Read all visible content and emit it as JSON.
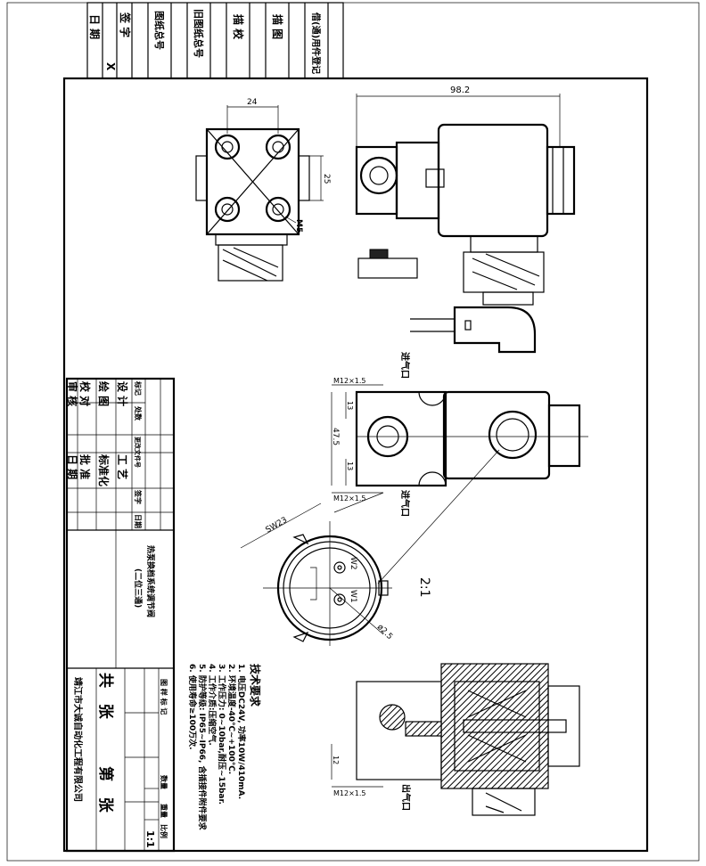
{
  "revision_block": {
    "labels": [
      "借(通)用件登记",
      "描 图",
      "描 校",
      "旧图纸总号",
      "图纸总号",
      "签 字",
      "X",
      "日 期"
    ]
  },
  "views": {
    "dims": {
      "d98_2": "98.2",
      "d24": "24",
      "d25": "25",
      "m5": "M5",
      "m12_top": "M12×1.5",
      "m12_mid": "M12×1.5",
      "m12_bot": "M12×1.5",
      "d13a": "13",
      "d13b": "13",
      "d47_5": "47.5",
      "sw23": "SW23",
      "phi2_5": "ø2.5",
      "d12": "12"
    },
    "ports": {
      "inlet_top": "进气口",
      "inlet_bottom": "进气口",
      "outlet": "出气口"
    },
    "pins": {
      "w1": "W1",
      "w2": "W2"
    },
    "detail_scale": "2:1"
  },
  "tech_requirements": {
    "title": "技术要求",
    "items": [
      "1. 电压DC24V, 功率10W/410mA.",
      "2. 环境温度-40℃~+100℃.",
      "3. 工作压力: 0~10bar,耐压~15bar.",
      "4. 工作介质:压缩空气.",
      "5. 防护等级: IP65~IP66, 含插接件附件要求",
      "6. 使用寿命≥100万次."
    ]
  },
  "title_block": {
    "rev_headers": [
      "标记",
      "处数",
      "更改文件号",
      "签字",
      "日期"
    ],
    "roles_left": [
      "设 计",
      "绘 图",
      "校 对",
      "审 核"
    ],
    "roles_right": [
      "工 艺",
      "标准化",
      "批 准",
      "日 期"
    ],
    "drawing_name": "热泵换档系统调节阀",
    "drawing_subtitle": "(二位三通)",
    "mark_headers": [
      "图 样 标 记",
      "数量",
      "重量",
      "比例"
    ],
    "scale": "1:1",
    "sheets_total": "共   张",
    "sheet_no": "第   张",
    "company": "靖江市大诚自动化工程有限公司"
  }
}
